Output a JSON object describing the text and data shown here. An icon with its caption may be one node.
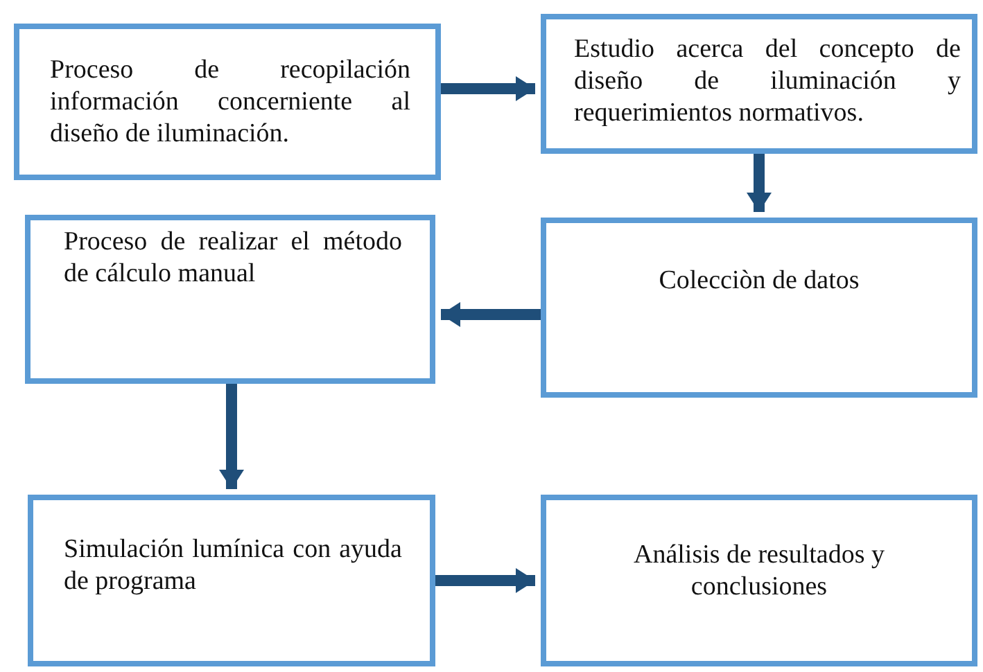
{
  "diagram": {
    "nodes": [
      {
        "text": [
          "Proceso de recopilación información concerniente al diseño de iluminación."
        ]
      },
      {
        "text": [
          "Estudio acerca del concepto de diseño de iluminación y requerimientos normativos."
        ]
      },
      {
        "text": [
          "Proceso de realizar el método de cálculo manual"
        ]
      },
      {
        "text": [
          "Colecciòn de datos"
        ]
      },
      {
        "text": [
          "Simulación lumínica con ayuda de programa"
        ]
      },
      {
        "text": [
          "Análisis de resultados y conclusiones"
        ]
      }
    ],
    "edges": [
      {
        "from": 0,
        "to": 1,
        "arrow": "to"
      },
      {
        "from": 1,
        "to": 3,
        "arrow": "to"
      },
      {
        "from": 3,
        "to": 2,
        "arrow": "to"
      },
      {
        "from": 2,
        "to": 4,
        "arrow": "to"
      },
      {
        "from": 4,
        "to": 5,
        "arrow": "to"
      }
    ]
  }
}
